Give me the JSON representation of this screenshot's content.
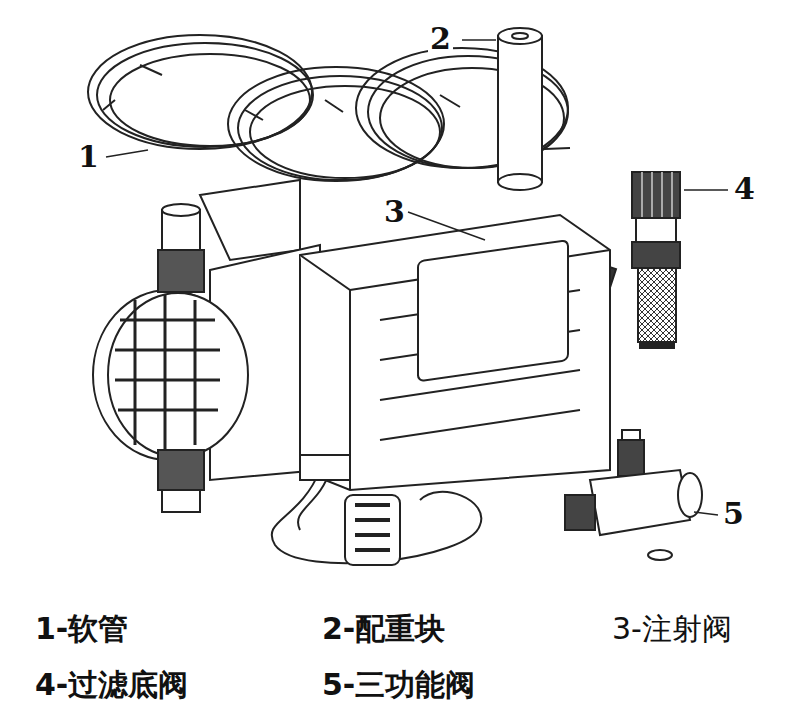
{
  "diagram": {
    "labels": [
      "1",
      "2",
      "3",
      "4",
      "5",
      "1-软管",
      "2-配重块",
      "3-注射阀",
      "4-过滤底阀",
      "5-三功能阀"
    ]
  }
}
